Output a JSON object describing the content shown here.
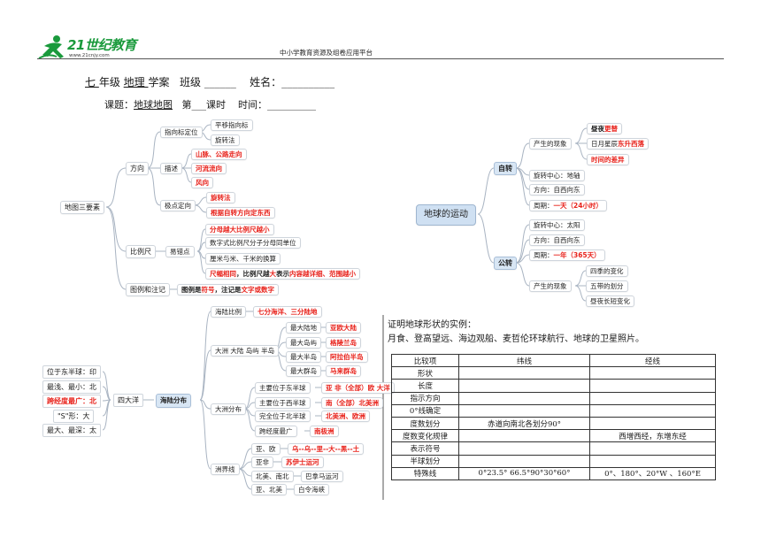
{
  "header": {
    "logo_text": "21世纪教育",
    "logo_url": "www.21cnjy.com",
    "platform": "中小学教育资源及组卷应用平台"
  },
  "title_line": {
    "grade_blank": " 七 ",
    "grade_word": "年级",
    "subject_blank": " 地理 ",
    "doc_type": "学案",
    "class_label": "班级",
    "class_blank": "______",
    "name_label": "姓名：",
    "name_blank": "__________"
  },
  "subtitle_line": {
    "topic_label": "课题：",
    "topic": "地球地图",
    "period_pre": "第",
    "period_blank": "___",
    "period_post": "课时",
    "time_label": "时间：",
    "time_blank": "__________"
  },
  "map_elements": {
    "root": "地图三要素",
    "direction": "方向",
    "dir_method": "指向标定位",
    "dir_m1": "平移指向标",
    "dir_m2": "旋转法",
    "describe": "描述",
    "desc1": "山脉、公路走向",
    "desc2": "河流流向",
    "desc3": "风向",
    "pole": "极点定向",
    "pole1": "旋转法",
    "pole2": "根据自转方向定东西",
    "scale": "比例尺",
    "scale_err": "易错点",
    "scale1": "分母越大比例尺越小",
    "scale2": "数字式比例尺分子分母同单位",
    "scale3": "厘米与米、千米的换算",
    "scale4_a": "尺幅相同",
    "scale4_b": "，比例尺越",
    "scale4_c": "大",
    "scale4_d": "表示",
    "scale4_e": "内容越详细、范围越小",
    "legend": "图例和注记",
    "legend1_a": "图例是",
    "legend1_b": "符号",
    "legend1_c": "，注记是",
    "legend1_d": "文字或数字"
  },
  "earth_motion": {
    "root": "地球的运动",
    "rotation": "自转",
    "rot_phen": "产生的现象",
    "rot_p1_a": "昼夜",
    "rot_p1_b": "更替",
    "rot_p2_a": "日月星辰",
    "rot_p2_b": "东升西落",
    "rot_p3": "时间的差异",
    "rot_center": "旋转中心：地轴",
    "rot_dir": "方向：自西向东",
    "rot_period_a": "周期：",
    "rot_period_b": "一天（24小时）",
    "revolution": "公转",
    "rev_center": "旋转中心：太阳",
    "rev_dir": "方向：自西向东",
    "rev_period_a": "周期：",
    "rev_period_b": "一年（365天）",
    "rev_phen": "产生的现象",
    "rev_p1": "四季的变化",
    "rev_p2": "五带的划分",
    "rev_p3": "昼夜长短变化"
  },
  "land_sea": {
    "root": "海陆分布",
    "ratio": "海陆比例",
    "ratio_v": "七分海洋、三分陆地",
    "cont": "大洲 大陆 岛屿 半岛",
    "c1": "最大陆地",
    "c1v": "亚欧大陆",
    "c2": "最大岛屿",
    "c2v": "格陵兰岛",
    "c3": "最大半岛",
    "c3v": "阿拉伯半岛",
    "c4": "最大群岛",
    "c4v": "马来群岛",
    "dist": "大洲分布",
    "d1": "主要位于东半球",
    "d1v": "亚 非（全部）欧 大洋",
    "d2": "主要位于西半球",
    "d2v": "南（全部）北美洲",
    "d3": "完全位于北半球",
    "d3v": "北美洲、欧洲",
    "d4": "跨经度最广",
    "d4v": "南极洲",
    "bound": "洲界线",
    "b1": "亚、欧",
    "b1v": "乌--乌--里--大--黑--土",
    "b2": "亚非",
    "b2v": "苏伊士运河",
    "b3": "北美、南北",
    "b3v": "巴拿马运河",
    "b4": "亚、北美",
    "b4v": "白令海峡"
  },
  "pacific": {
    "root": "四大洋",
    "p1": "位于东半球：印",
    "p2": "最浅、最小：北",
    "p3": "跨经度最广：北",
    "p4": "\"S\"形：大",
    "p5": "最大、最深：太"
  },
  "proof": {
    "line1": "证明地球形状的实例：",
    "line2": "月食、登高望远、海边观船、麦哲伦环球航行、地球的卫星照片。"
  },
  "table": {
    "headers": [
      "比较项",
      "纬线",
      "经线"
    ],
    "rows": [
      [
        "形状",
        "",
        ""
      ],
      [
        "长度",
        "",
        ""
      ],
      [
        "指示方向",
        "",
        ""
      ],
      [
        "0°线确定",
        "",
        ""
      ],
      [
        "度数划分",
        "赤道向南北各划分90°",
        ""
      ],
      [
        "度数变化规律",
        "",
        "西增西经，东增东经"
      ],
      [
        "表示符号",
        "",
        ""
      ],
      [
        "半球划分",
        "",
        ""
      ],
      [
        "特殊线",
        "0°23.5° 66.5°90°30°60°",
        "0°、180°、20°W 、160°E"
      ]
    ]
  },
  "colors": {
    "accent_red": "#e8231c",
    "logo_green": "#1a9a3c",
    "node_hub": "#d8e6f4",
    "line": "#a9b4c2"
  }
}
